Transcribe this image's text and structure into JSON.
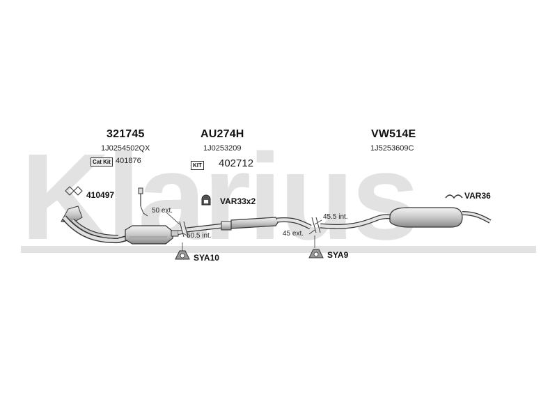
{
  "watermark": "Klarius",
  "parts": {
    "front_pipe": {
      "number": "321745",
      "oem_ref": "1J0254502QX",
      "cat_kit_badge": "Cat Kit",
      "cat_kit_number": "401876",
      "gasket_number": "410497"
    },
    "middle": {
      "number": "AU274H",
      "oem_ref": "1J0253209",
      "kit_badge": "KIT",
      "kit_number": "402712",
      "clamp_label": "VAR33x2"
    },
    "rear": {
      "number": "VW514E",
      "oem_ref": "1J5253609C",
      "hanger_label": "VAR36"
    }
  },
  "dimensions": {
    "d1": "50 ext.",
    "d2": "50.5 int.",
    "d3": "45.5 int.",
    "d4": "45 ext."
  },
  "mounts": {
    "m1": "SYA10",
    "m2": "SYA9"
  },
  "colors": {
    "watermark": "#e2e2e2",
    "pipe_fill": "#d0d0d0",
    "pipe_stroke": "#333333"
  }
}
